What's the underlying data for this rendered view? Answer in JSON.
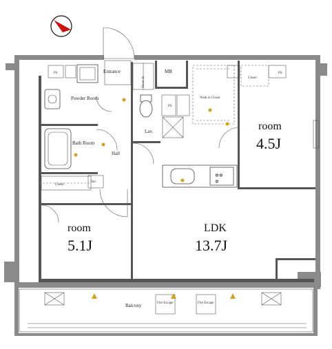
{
  "rooms": {
    "room_east": {
      "name": "room",
      "size": "4.5J"
    },
    "room_west": {
      "name": "room",
      "size": "5.1J"
    },
    "ldk": {
      "name": "LDK",
      "size": "13.7J"
    }
  },
  "labels": {
    "entrance": "Entrance",
    "shoes_in_closet": "Shoes In",
    "mb": "MB",
    "ps": "PS",
    "powder_room": "Powder Room",
    "bath_room": "Bath Room",
    "hall": "Hall",
    "lav": "Lav.",
    "sto": "Sto.",
    "walk_in_closet": "Walk in Closet",
    "closet_east": "Closet",
    "closet_west": "Closet",
    "balcony": "Balcony",
    "fire_escape": "Fire Escape"
  },
  "compass": {
    "icon": "north-arrow-icon",
    "color": "#cc0000"
  },
  "colors": {
    "wall": "#8a8a8a",
    "accent": "#d4a21a"
  }
}
